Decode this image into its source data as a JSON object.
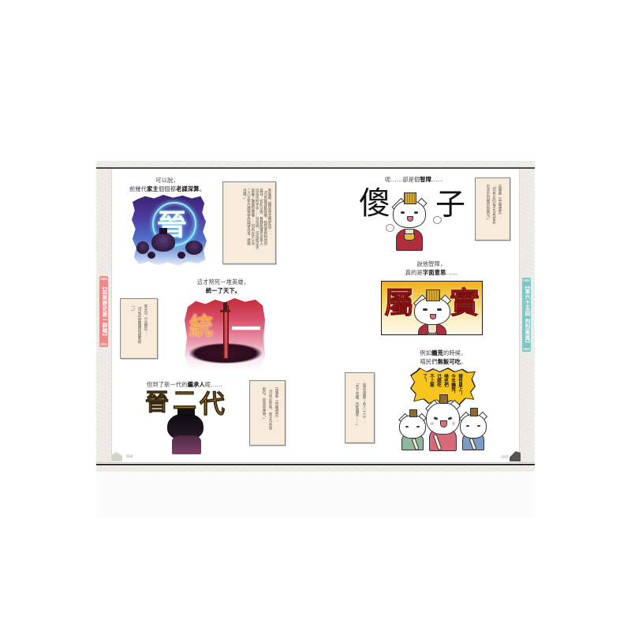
{
  "colors": {
    "left_tab": "#ea8a8a",
    "right_tab": "#80c6c2",
    "quote_box_bg": "#f7ecdc",
    "quote_box_border": "#8d8d8d",
    "book_edge_line": "#2e2e2e"
  },
  "left_page": {
    "page_number": "014",
    "side_tab": "【如果歷史是一群喵】",
    "caption_1": {
      "lines": [
        [
          {
            "text": "可以說，",
            "bold": false
          }
        ],
        [
          {
            "text": "前幾代",
            "bold": false
          },
          {
            "text": "家主",
            "bold": true
          },
          {
            "text": "個個都",
            "bold": false
          },
          {
            "text": "老謀深算",
            "bold": true
          },
          {
            "text": "。",
            "bold": false
          }
        ]
      ]
    },
    "illustration_1": {
      "glyph": "晉"
    },
    "quote_1": {
      "columns": [
        "張金龍《魏晉南北朝史話》：",
        "「司馬懿發動政變，殺死曹爽和他的",
        "黨羽，從此以後，曹魏政權完全落入",
        "司馬氏的手中……司馬師、司馬昭兄弟",
        "掌握了魏國的實權……司馬炎於公元",
        "二六五年代魏稱帝改國號為晉，建都",
        "洛陽。」"
      ]
    },
    "caption_2": {
      "lines": [
        [
          {
            "text": "這才熬死一堆英雄，",
            "bold": false
          }
        ],
        [
          {
            "text": "統一了天下。",
            "bold": true
          }
        ]
      ]
    },
    "quote_2": {
      "columns": [
        "張大可《三國史》：",
        "「司馬氏篡魏實現國家統",
        "一。」"
      ]
    },
    "illustration_2": {
      "glyphs": [
        "統",
        "一"
      ]
    },
    "caption_3": {
      "lines": [
        [
          {
            "text": "但到了新一代的",
            "bold": false
          },
          {
            "text": "繼承人",
            "bold": true
          },
          {
            "text": "呢……",
            "bold": false
          }
        ]
      ]
    },
    "illustration_3": {
      "glyphs": [
        "晉",
        "二",
        "代"
      ]
    },
    "quote_3": {
      "columns": [
        "白壽彝《中國通史》：",
        "「司馬炎死後，其子司馬衷",
        "即位，是為晉惠帝。」"
      ]
    }
  },
  "right_page": {
    "page_number": "015",
    "side_tab": "【第六十五回 烈烈南風】",
    "caption_1": {
      "lines": [
        [
          {
            "text": "呃……卻是個",
            "bold": false
          },
          {
            "text": "智障",
            "bold": true
          },
          {
            "text": "……",
            "bold": false
          }
        ]
      ]
    },
    "illustration_1": {
      "glyphs": [
        "傻",
        "子"
      ]
    },
    "quote_1": {
      "columns": [
        "白壽彝《中國通史》：",
        "「司馬炎的長子司馬衷是",
        "近乎於白癡的低能兒。」"
      ]
    },
    "caption_2": {
      "lines": [
        [
          {
            "text": "說他智障，",
            "bold": false
          }
        ],
        [
          {
            "text": "真的是",
            "bold": false
          },
          {
            "text": "字面意思",
            "bold": true
          },
          {
            "text": "……",
            "bold": false
          }
        ]
      ]
    },
    "illustration_2": {
      "glyphs": [
        "屬",
        "實"
      ]
    },
    "caption_3": {
      "lines": [
        [
          {
            "text": "例如",
            "bold": false
          },
          {
            "text": "饑荒",
            "bold": true
          },
          {
            "text": "的時候，",
            "bold": false
          }
        ],
        [
          {
            "text": "喵民們",
            "bold": false
          },
          {
            "text": "無飯可吃",
            "bold": true
          },
          {
            "text": "。",
            "bold": false
          }
        ]
      ]
    },
    "speech_bubble": {
      "columns": [
        "報告皇上！",
        "今年饑荒，",
        "喵民們",
        "已經吃",
        "不上飯",
        "了！"
      ]
    },
    "quote_2": {
      "columns": [
        "《資治通鑑・卷八十三》：",
        "「天下荒饉，百姓餓死……」"
      ]
    }
  }
}
